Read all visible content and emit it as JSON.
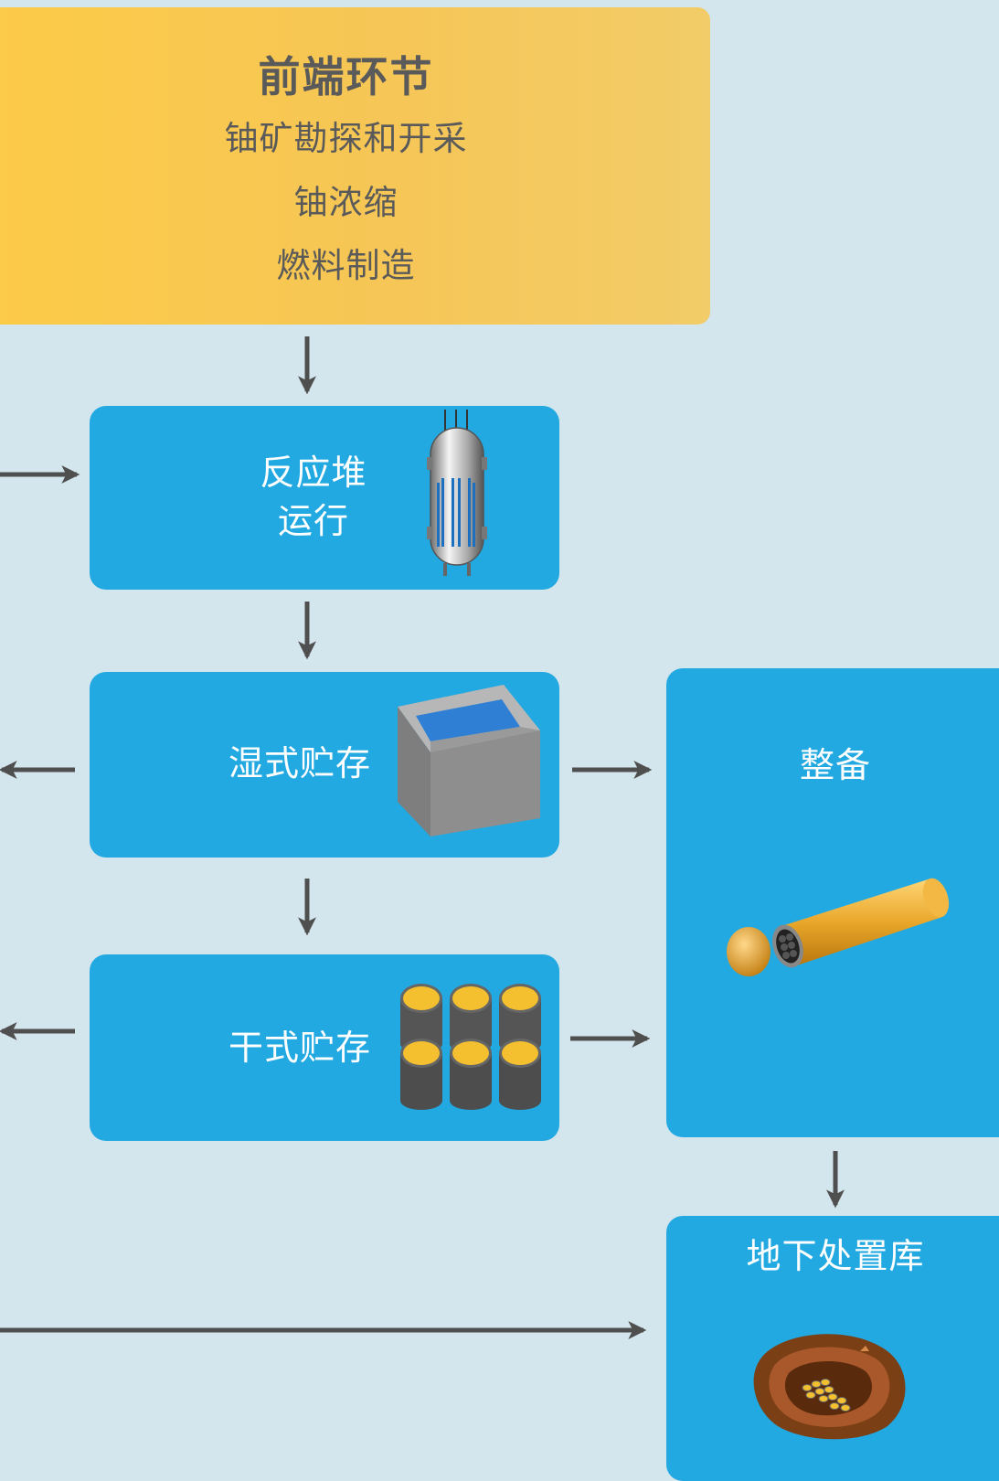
{
  "front_end": {
    "title": "前端环节",
    "items": [
      "铀矿勘探和开采",
      "铀浓缩",
      "燃料制造"
    ]
  },
  "reactor": {
    "line1": "反应堆",
    "line2": "运行",
    "icon": "reactor-vessel-icon"
  },
  "wet_storage": {
    "label": "湿式贮存",
    "icon": "storage-pool-icon"
  },
  "dry_storage": {
    "label": "干式贮存",
    "icon": "storage-casks-icon"
  },
  "conditioning": {
    "label": "整备",
    "icon": "disposal-canister-icon"
  },
  "repository": {
    "label": "地下处置库",
    "icon": "underground-repository-icon"
  },
  "colors": {
    "background": "#d3e5ed",
    "front_end": "#f6c656",
    "box": "#23a9e1",
    "arrow": "#4f4f4f",
    "text_dark": "#5a5a5a"
  }
}
